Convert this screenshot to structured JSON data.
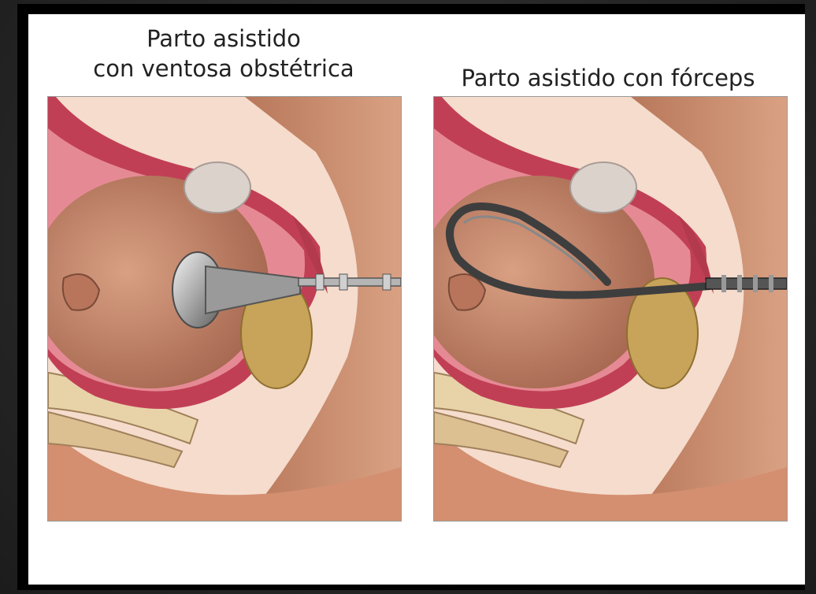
{
  "figure": {
    "left_panel": {
      "title_line1": "Parto asistido",
      "title_line2": "con ventosa obstétrica",
      "instrument_icon": "vacuum-extractor-icon"
    },
    "right_panel": {
      "title": "Parto asistido con fórceps",
      "instrument_icon": "forceps-icon"
    }
  },
  "colors": {
    "skin": "#d89a7a",
    "skin_light": "#f3d3c2",
    "uterine_wall": "#c9455a",
    "wall_inner": "#e27f8c",
    "baby_head": "#c98a6e",
    "bladder": "#d9cfc8",
    "bone": "#d9c59a",
    "instrument": "#8d8d8d"
  }
}
